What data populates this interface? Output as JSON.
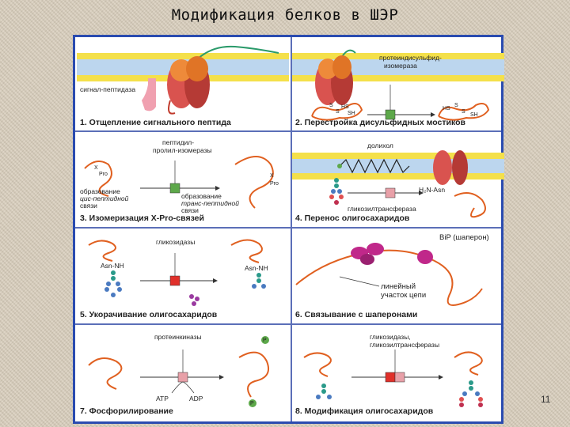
{
  "title": "Модификация белков в ШЭР",
  "page_number": "11",
  "panels": [
    {
      "caption": "1. Отщепление сигнального пептида",
      "labels": [
        "сигнал-пептидаза"
      ]
    },
    {
      "caption": "2. Перестройка дисульфидных мостиков",
      "labels": [
        "протеиндисульфид-",
        "изомераза",
        "S",
        "S",
        "HS",
        "SH",
        "S",
        "S",
        "HS",
        "SH"
      ]
    },
    {
      "caption": "3. Изомеризация X-Pro-связей",
      "labels": [
        "пептидил-",
        "пролил-изомеразы",
        "образование",
        "цис-пептидной",
        "связи",
        "образование",
        "транс-пептидной",
        "связи",
        "X",
        "Pro",
        "X",
        "Pro"
      ]
    },
    {
      "caption": "4. Перенос олигосахаридов",
      "labels": [
        "долихол",
        "H₂N-Asn",
        "гликозилтрансфераза"
      ]
    },
    {
      "caption": "5. Укорачивание олигосахаридов",
      "labels": [
        "гликозидазы",
        "Asn-NH",
        "Asn-NH"
      ]
    },
    {
      "caption": "6. Связывание с шаперонами",
      "labels": [
        "BiP (шаперон)",
        "линейный",
        "участок цепи"
      ]
    },
    {
      "caption": "7. Фосфорилирование",
      "labels": [
        "протеинкиназы",
        "ATP",
        "ADP",
        "P",
        "P"
      ]
    },
    {
      "caption": "8. Модификация олигосахаридов",
      "labels": [
        "гликозидазы,",
        "гликозилтрансферазы"
      ]
    }
  ]
}
